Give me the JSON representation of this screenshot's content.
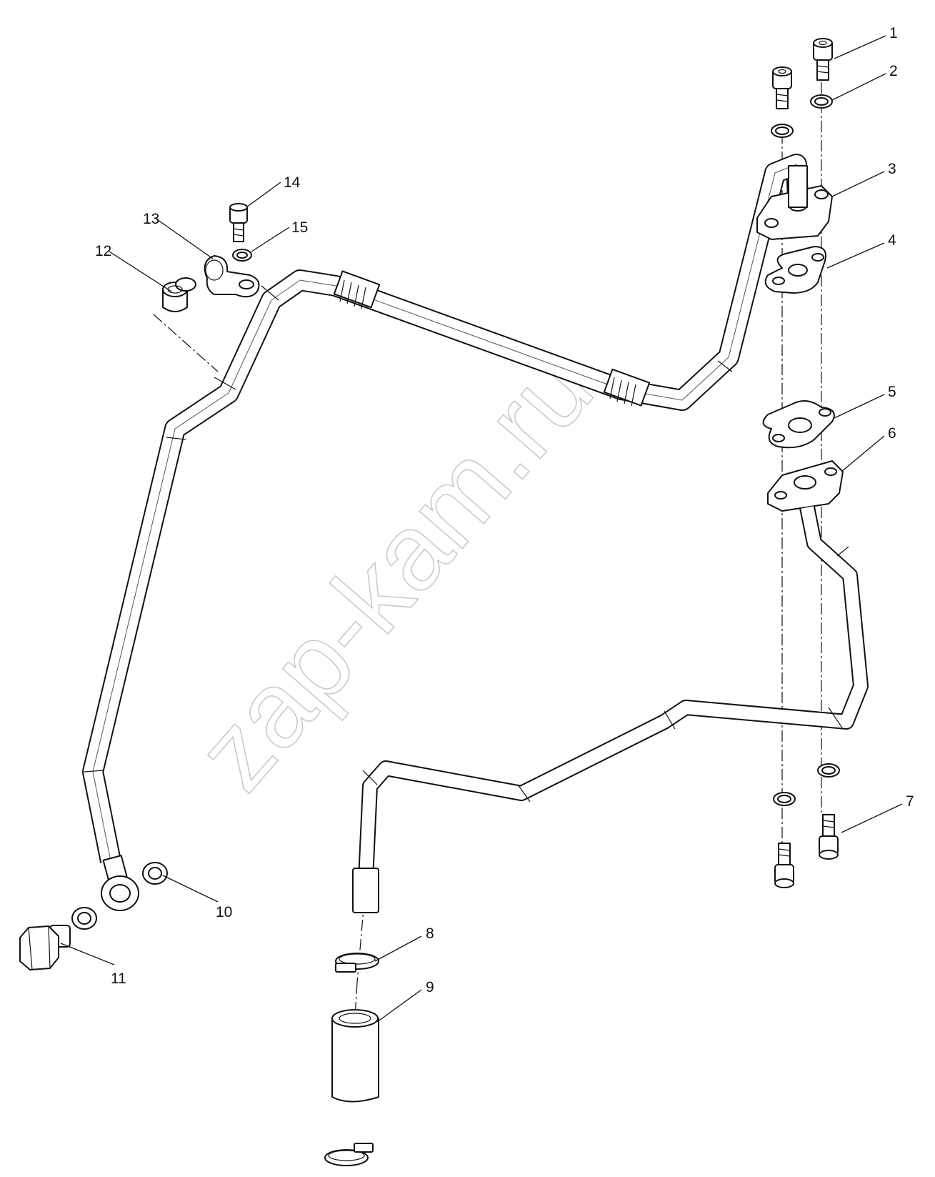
{
  "watermark": "zap-kam.ru",
  "callouts": [
    "1",
    "2",
    "3",
    "4",
    "5",
    "6",
    "7",
    "8",
    "9",
    "10",
    "11",
    "12",
    "13",
    "14",
    "15"
  ]
}
